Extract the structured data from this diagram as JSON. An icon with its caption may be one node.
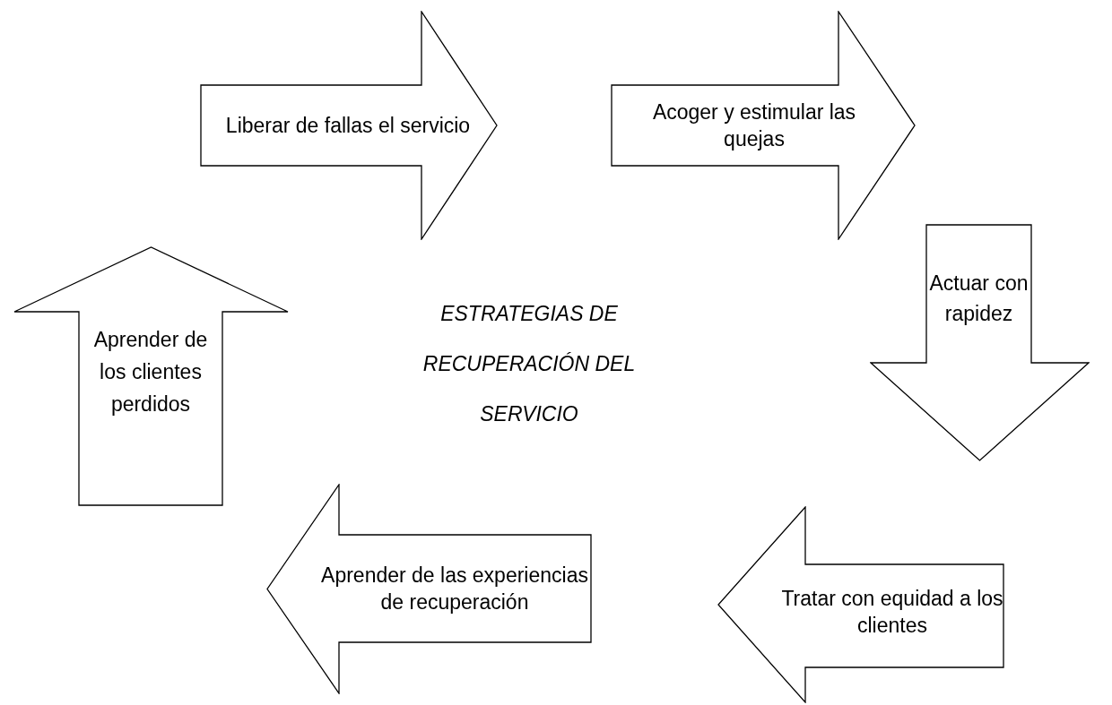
{
  "diagram": {
    "title": "ESTRATEGIAS DE RECUPERACIÓN DEL SERVICIO",
    "nodes": [
      {
        "text": [
          "Liberar de fallas el servicio"
        ]
      },
      {
        "text": [
          "Acoger y estimular las quejas"
        ]
      },
      {
        "text": [
          "Actuar con rapidez"
        ]
      },
      {
        "text": [
          "Tratar con equidad a los clientes"
        ]
      },
      {
        "text": [
          "Aprender de las experiencias de recuperación"
        ]
      },
      {
        "text": [
          "Aprender de los clientes perdidos"
        ]
      }
    ]
  }
}
